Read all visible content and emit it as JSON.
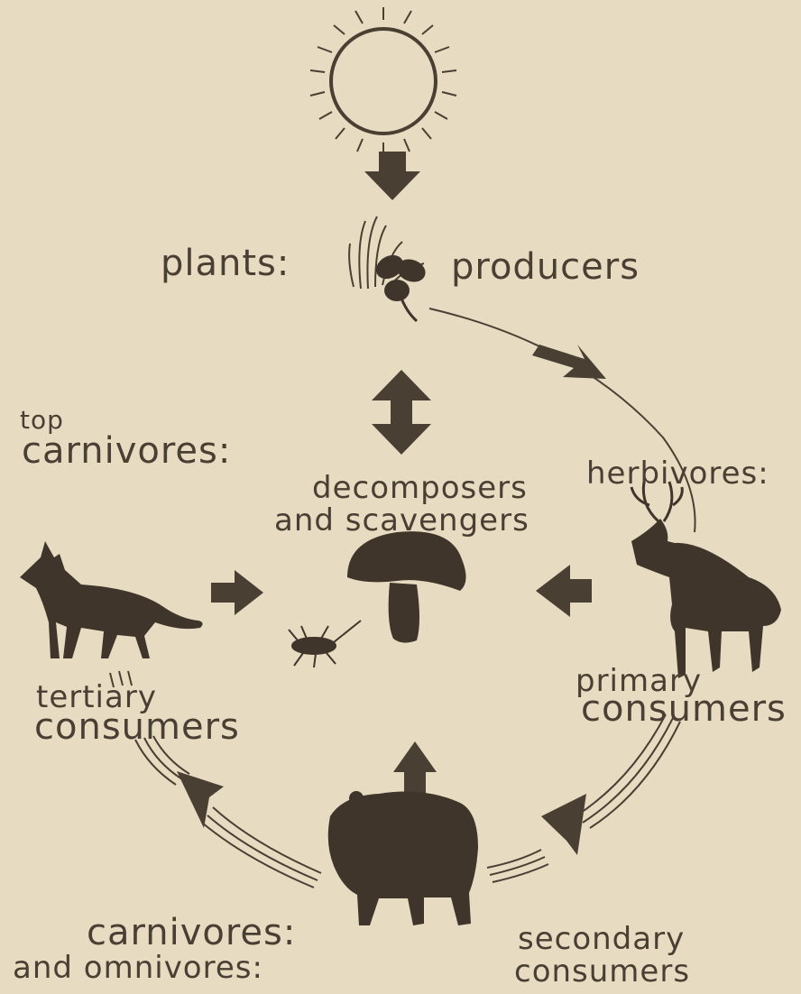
{
  "labels": {
    "plants": "plants:",
    "producers": "producers",
    "top": "top",
    "carnivores_top": "carnivores:",
    "decomposers": "decomposers",
    "and_scavengers": "and scavengers",
    "herbivores": "herbivores:",
    "tertiary": "tertiary",
    "tertiary_consumers": "consumers",
    "primary": "primary",
    "primary_consumers": "consumers",
    "carnivores_bottom": "carnivores:",
    "and_omnivores": "and omnivores:",
    "secondary": "secondary",
    "secondary_consumers": "consumers"
  },
  "colors": {
    "paper": "#e7dcc2",
    "ink": "#4a3f33",
    "silhouette": "#3f352b"
  },
  "icons": [
    "sun-icon",
    "grass-icon",
    "clover-icon",
    "mushroom-icon",
    "beetle-icon",
    "fox-icon",
    "deer-icon",
    "bear-icon"
  ]
}
